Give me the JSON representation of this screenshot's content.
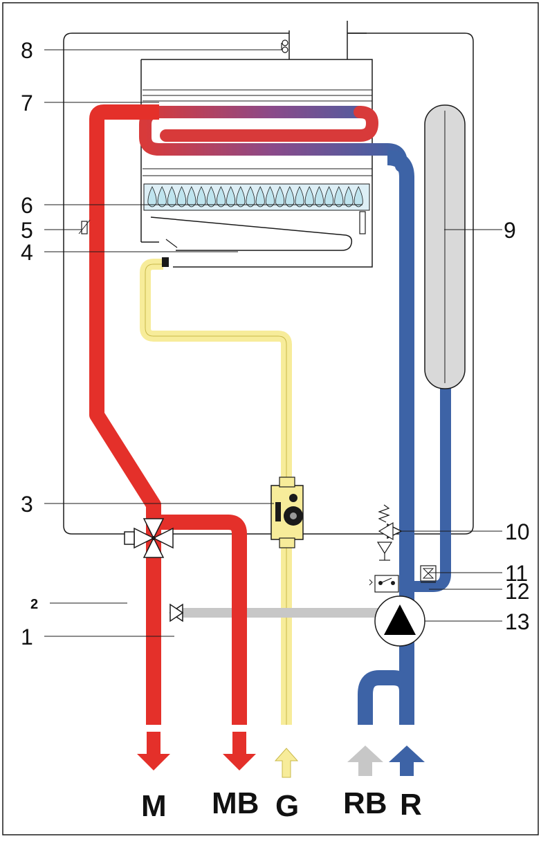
{
  "diagram": {
    "component_labels": [
      "8",
      "7",
      "6",
      "5",
      "4",
      "9",
      "3",
      "10",
      "11",
      "12",
      "13",
      "2",
      "1"
    ],
    "port_labels": {
      "m": "M",
      "mb": "MB",
      "g": "G",
      "rb": "RB",
      "r": "R"
    },
    "colors": {
      "hot_water": "#e4302a",
      "cold_return": "#3d63a6",
      "gas": "#f7ec9a",
      "cold_inlet": "#c7c7c7",
      "expansion_vessel": "#d9d9d9",
      "outline": "#1a1a1a"
    }
  }
}
